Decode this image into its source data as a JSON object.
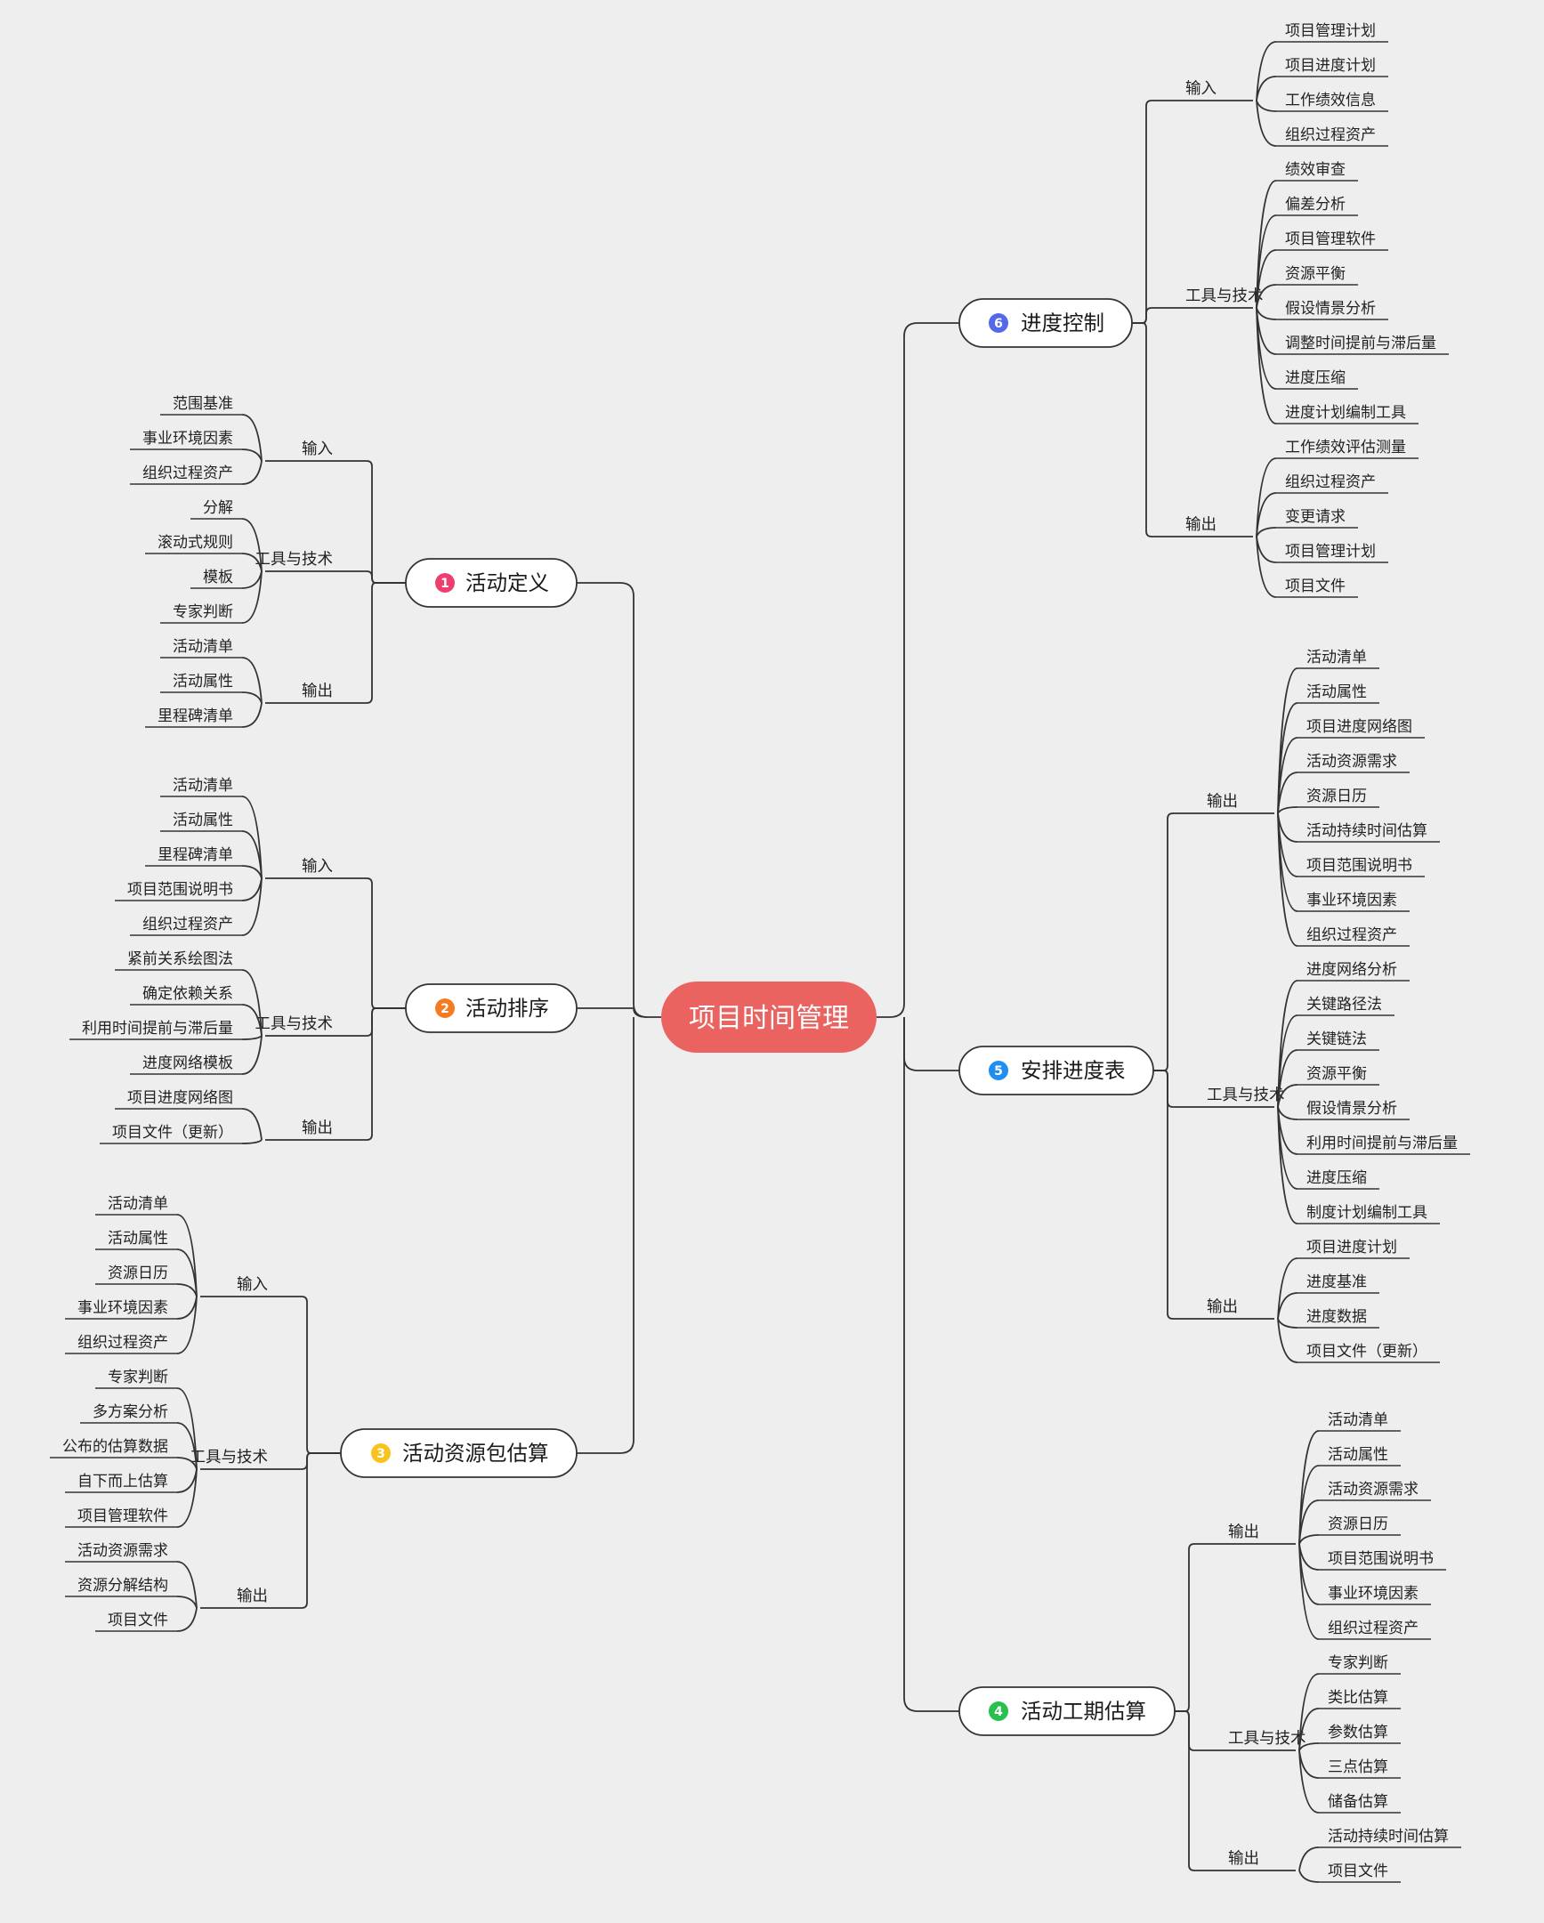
{
  "center": {
    "label": "项目时间管理",
    "color": "#ea6361"
  },
  "topics": [
    {
      "num": "1",
      "label": "活动定义",
      "color": "#ee3d6f",
      "groups": [
        {
          "label": "输入",
          "items": [
            "范围基准",
            "事业环境因素",
            "组织过程资产"
          ]
        },
        {
          "label": "工具与技术",
          "items": [
            "分解",
            "滚动式规则",
            "模板",
            "专家判断"
          ]
        },
        {
          "label": "输出",
          "items": [
            "活动清单",
            "活动属性",
            "里程碑清单"
          ]
        }
      ]
    },
    {
      "num": "2",
      "label": "活动排序",
      "color": "#f57b22",
      "groups": [
        {
          "label": "输入",
          "items": [
            "活动清单",
            "活动属性",
            "里程碑清单",
            "项目范围说明书",
            "组织过程资产"
          ]
        },
        {
          "label": "工具与技术",
          "items": [
            "紧前关系绘图法",
            "确定依赖关系",
            "利用时间提前与滞后量",
            "进度网络模板"
          ]
        },
        {
          "label": "输出",
          "items": [
            "项目进度网络图",
            "项目文件（更新）"
          ]
        }
      ]
    },
    {
      "num": "3",
      "label": "活动资源包估算",
      "color": "#f8c21f",
      "groups": [
        {
          "label": "输入",
          "items": [
            "活动清单",
            "活动属性",
            "资源日历",
            "事业环境因素",
            "组织过程资产"
          ]
        },
        {
          "label": "工具与技术",
          "items": [
            "专家判断",
            "多方案分析",
            "公布的估算数据",
            "自下而上估算",
            "项目管理软件"
          ]
        },
        {
          "label": "输出",
          "items": [
            "活动资源需求",
            "资源分解结构",
            "项目文件"
          ]
        }
      ]
    },
    {
      "num": "4",
      "label": "活动工期估算",
      "color": "#29c04d",
      "groups": [
        {
          "label": "输出",
          "items": [
            "活动清单",
            "活动属性",
            "活动资源需求",
            "资源日历",
            "项目范围说明书",
            "事业环境因素",
            "组织过程资产"
          ]
        },
        {
          "label": "工具与技术",
          "items": [
            "专家判断",
            "类比估算",
            "参数估算",
            "三点估算",
            "储备估算"
          ]
        },
        {
          "label": "输出",
          "items": [
            "活动持续时间估算",
            "项目文件"
          ]
        }
      ]
    },
    {
      "num": "5",
      "label": "安排进度表",
      "color": "#1f8ef1",
      "groups": [
        {
          "label": "输出",
          "items": [
            "活动清单",
            "活动属性",
            "项目进度网络图",
            "活动资源需求",
            "资源日历",
            "活动持续时间估算",
            "项目范围说明书",
            "事业环境因素",
            "组织过程资产"
          ]
        },
        {
          "label": "工具与技术",
          "items": [
            "进度网络分析",
            "关键路径法",
            "关键链法",
            "资源平衡",
            "假设情景分析",
            "利用时间提前与滞后量",
            "进度压缩",
            "制度计划编制工具"
          ]
        },
        {
          "label": "输出",
          "items": [
            "项目进度计划",
            "进度基准",
            "进度数据",
            "项目文件（更新）"
          ]
        }
      ]
    },
    {
      "num": "6",
      "label": "进度控制",
      "color": "#5468ec",
      "groups": [
        {
          "label": "输入",
          "items": [
            "项目管理计划",
            "项目进度计划",
            "工作绩效信息",
            "组织过程资产"
          ]
        },
        {
          "label": "工具与技术",
          "items": [
            "绩效审查",
            "偏差分析",
            "项目管理软件",
            "资源平衡",
            "假设情景分析",
            "调整时间提前与滞后量",
            "进度压缩",
            "进度计划编制工具"
          ]
        },
        {
          "label": "输出",
          "items": [
            "工作绩效评估测量",
            "组织过程资产",
            "变更请求",
            "项目管理计划",
            "项目文件"
          ]
        }
      ]
    }
  ]
}
